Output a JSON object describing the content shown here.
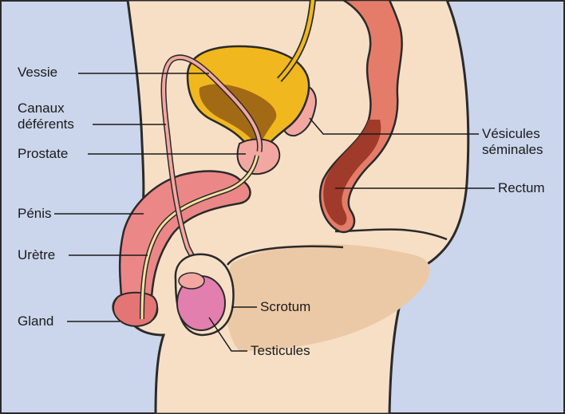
{
  "labels": {
    "vessie": "Vessie",
    "canaux_line1": "Canaux",
    "canaux_line2": "déférents",
    "prostate": "Prostate",
    "penis": "Pénis",
    "uretre": "Urètre",
    "gland": "Gland",
    "vesicules_line1": "Vésicules",
    "vesicules_line2": "séminales",
    "rectum": "Rectum",
    "scrotum": "Scrotum",
    "testicules": "Testicules"
  },
  "colors": {
    "background": "#cbd6ec",
    "skin": "#f7dfc6",
    "skin_shadow": "#ecc9a6",
    "outline": "#2a2a2a",
    "bladder": "#f0b81e",
    "bladder_dark": "#a36a15",
    "rectum": "#e57c69",
    "rectum_dark": "#a03a2a",
    "penis": "#ec8787",
    "prostate": "#f2a8a0",
    "testicle": "#e27fae",
    "leader_line": "#1a1a1a"
  }
}
